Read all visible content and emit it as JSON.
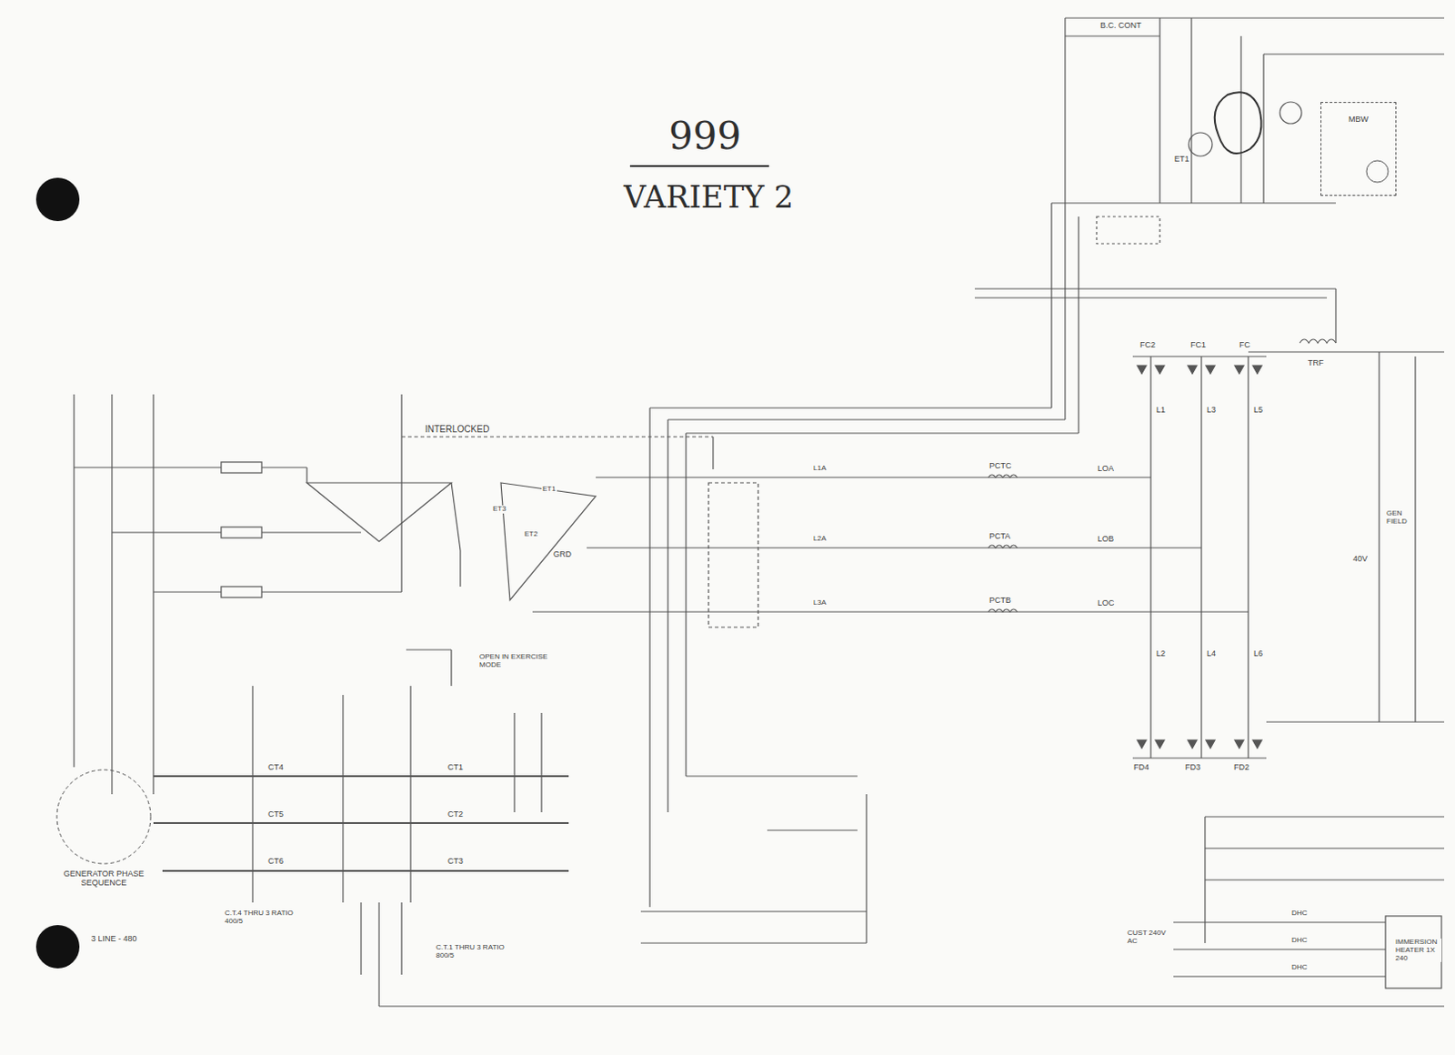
{
  "diagram": {
    "title": "999",
    "nodes": [
      {
        "text": [
          "MBW"
        ]
      },
      {
        "text": [
          "GENERATOR PHASE SEQUENCE"
        ]
      }
    ],
    "labels": [
      "VARIETY 2",
      "B.C. CONT",
      "ET1",
      "TRF",
      "FC2",
      "FC1",
      "FC",
      "L1",
      "L3",
      "L5",
      "L2",
      "L4",
      "L6",
      "FD4",
      "FD3",
      "FD2",
      "INTERLOCKED",
      "ET1",
      "ET2",
      "ET3",
      "GRD",
      "LOA",
      "LOB",
      "LOC",
      "PCTC",
      "PCTA",
      "PCTB",
      "L1A",
      "L2A",
      "L3A",
      "OPEN IN EXERCISE MODE",
      "40V",
      "GEN FIELD",
      "CT4",
      "CT5",
      "CT6",
      "CT1",
      "CT2",
      "CT3",
      "C.T.4 THRU 3 RATIO 400/5",
      "C.T.1 THRU 3 RATIO 800/5",
      "3 LINE - 480",
      "CUST 240V AC",
      "IMMERSION HEATER 1X 240",
      "DHC",
      "DHC",
      "DHC"
    ]
  }
}
